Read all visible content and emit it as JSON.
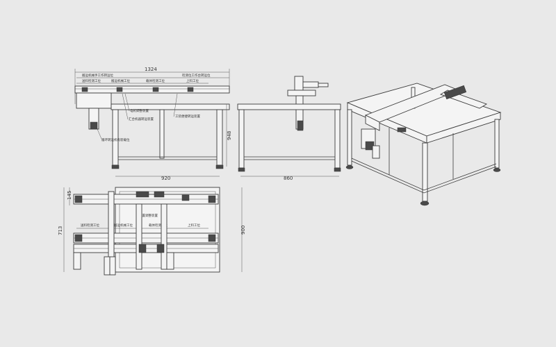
{
  "dimensions": {
    "front_width": "1324",
    "front_height": "948",
    "front_base": "920",
    "side_base": "860",
    "top_left_small": "145",
    "top_left_tall": "713",
    "top_right": "900"
  },
  "annotations": {
    "front_top_left": "搬运机械手工作转运位",
    "front_top_right": "检测位工作台转运位",
    "front_mid_1": "送料检测工位",
    "front_mid_2": "搬运机械工位",
    "front_mid_3": "载体检测工位",
    "front_mid_4": "上料工位",
    "front_inner_1": "电机调整装置",
    "front_inner_2": "汇合机器转运装置",
    "front_inner_3": "工装便捷转运装置",
    "front_bottom": "循环转运机构装载位",
    "plan_1": "送料检测工位",
    "plan_2": "搬运机械工位",
    "plan_3": "载体检测工位",
    "plan_4": "上料工位",
    "plan_top": "装置调整装置"
  },
  "colors": {
    "background": "#e9e9e9",
    "line": "#3a3a3a",
    "frame_fill": "#f4f4f4",
    "dark_part": "#4a4a4a"
  }
}
